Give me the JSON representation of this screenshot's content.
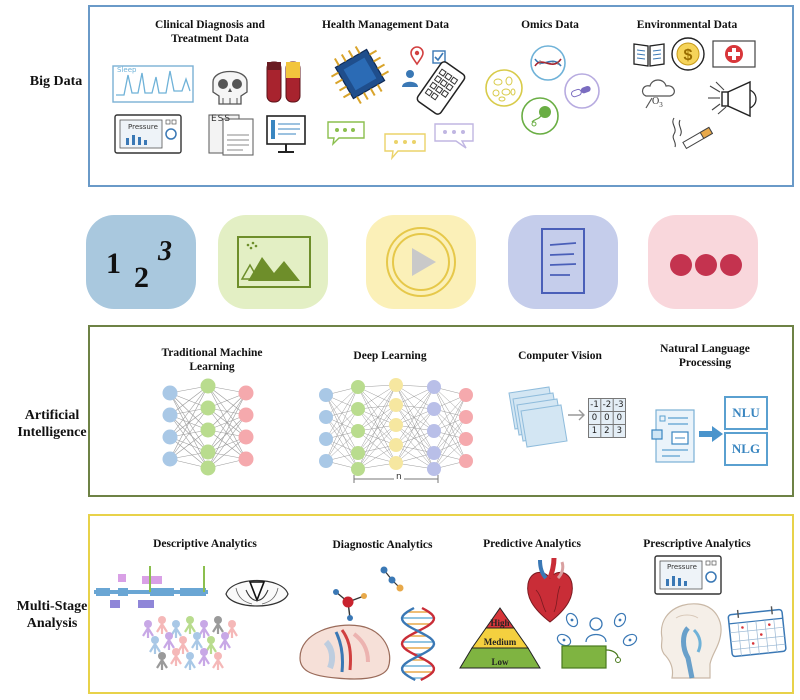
{
  "rows": {
    "big_data": {
      "label": "Big Data",
      "color": "#6a9ac8"
    },
    "artificial_intelligence": {
      "label_line1": "Artificial",
      "label_line2": "Intelligence",
      "color": "#6e8245"
    },
    "multi_stage_analysis": {
      "label_line1": "Multi-Stage",
      "label_line2": "Analysis",
      "color": "#e8d24a"
    }
  },
  "big_data": {
    "clinical_line1": "Clinical Diagnosis and",
    "clinical_line2": "Treatment Data",
    "health": "Health Management Data",
    "omics": "Omics Data",
    "environmental": "Environmental Data",
    "sleep_text": "Sleep",
    "ess_text": "ESS",
    "pressure_text": "Pressure",
    "ozone_text": "O",
    "ozone_sub": "3"
  },
  "modalities": {
    "colors": [
      "#a9c8de",
      "#e3efc4",
      "#fbf0b8",
      "#c5cdeb",
      "#f9d7dc"
    ],
    "digits": [
      "1",
      "2",
      "3"
    ]
  },
  "ai": {
    "tml_line1": "Traditional Machine",
    "tml_line2": "Learning",
    "dl": "Deep Learning",
    "cv": "Computer Vision",
    "nlp_line1": "Natural Language",
    "nlp_line2": "Processing",
    "matrix": [
      "-1",
      "-2",
      "-3",
      "0",
      "0",
      "0",
      "1",
      "2",
      "3"
    ],
    "nlu": "NLU",
    "nlg": "NLG",
    "n_label": "n"
  },
  "analysis": {
    "descriptive": "Descriptive Analytics",
    "diagnostic": "Diagnostic Analytics",
    "predictive": "Predictive Analytics",
    "prescriptive": "Prescriptive Analytics",
    "pyramid": [
      "High",
      "Medium",
      "Low"
    ],
    "pressure_text": "Pressure"
  }
}
